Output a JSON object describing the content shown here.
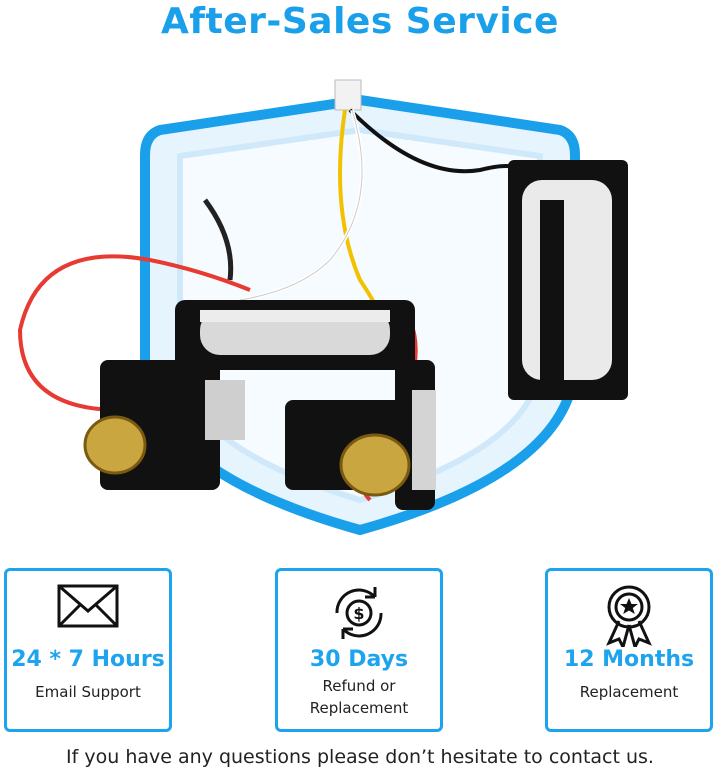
{
  "title": "After-Sales Service",
  "product_image": {
    "icon": "battery-pack-with-shield",
    "accent": "#1aa0ea"
  },
  "cards": [
    {
      "icon": "envelope-icon",
      "headline": "24 * 7 Hours",
      "line1": "Email Support",
      "line2": ""
    },
    {
      "icon": "refund-dollar-icon",
      "headline": "30 Days",
      "line1": "Refund or",
      "line2": "Replacement"
    },
    {
      "icon": "award-badge-icon",
      "headline": "12 Months",
      "line1": "Replacement",
      "line2": ""
    }
  ],
  "footer": "If you have any questions please don’t hesitate to contact us.",
  "colors": {
    "accent": "#1ea4ee",
    "text": "#222222"
  }
}
